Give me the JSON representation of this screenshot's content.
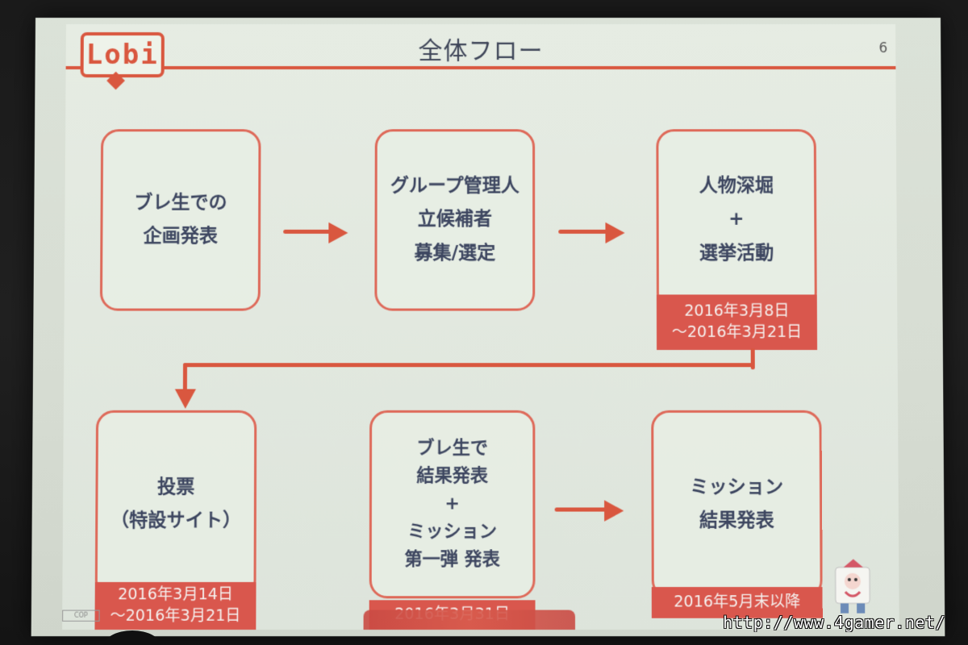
{
  "slide": {
    "logo_text": "Lobi",
    "title": "全体フロー",
    "page_number": "6"
  },
  "flow": {
    "steps": [
      {
        "text": "ブレ生での\n企画発表"
      },
      {
        "text": "グループ管理人\n立候補者\n募集/選定"
      },
      {
        "text": "人物深堀\n+\n選挙活動",
        "date": "2016年3月8日\n〜2016年3月21日"
      },
      {
        "text": "投票\n（特設サイト）",
        "date": "2016年3月14日\n〜2016年3月21日"
      },
      {
        "text": "ブレ生で\n結果発表\n+\nミッション\n第一弾 発表",
        "date": "2016年3月31日"
      },
      {
        "text": "ミッション\n結果発表",
        "date": "2016年5月末以降"
      }
    ]
  },
  "footer": {
    "copyright_label": "COP",
    "watermark": "http://www.4gamer.net/"
  },
  "colors": {
    "accent": "#d9573f",
    "date_tag": "#d9574d",
    "text": "#3d4660",
    "slide_bg": "#dde4db",
    "screen_bg": "#d7ddd3"
  }
}
